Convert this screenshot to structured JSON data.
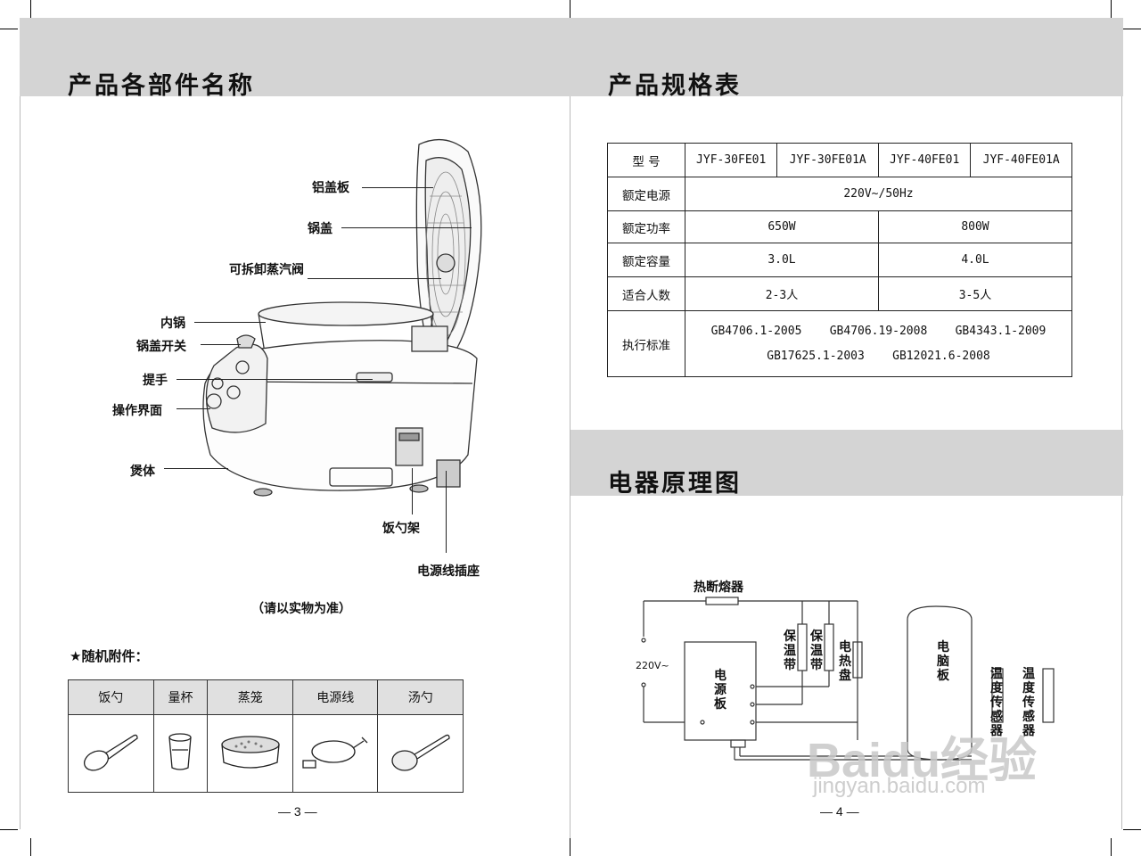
{
  "left_page": {
    "title": "产品各部件名称",
    "labels": {
      "al_cover": "铝盖板",
      "lid": "锅盖",
      "valve": "可拆卸蒸汽阀",
      "inner_pot": "内锅",
      "lid_switch": "锅盖开关",
      "handle": "提手",
      "panel": "操作界面",
      "body": "煲体",
      "spoon_holder": "饭勺架",
      "socket": "电源线插座"
    },
    "note": "（请以实物为准）",
    "accessories_title": "★随机附件：",
    "accessories": [
      "饭勺",
      "量杯",
      "蒸笼",
      "电源线",
      "汤勺"
    ],
    "page_number": "3"
  },
  "right_page": {
    "spec_title": "产品规格表",
    "spec": {
      "model_label": "型    号",
      "models": [
        "JYF-30FE01",
        "JYF-30FE01A",
        "JYF-40FE01",
        "JYF-40FE01A"
      ],
      "voltage_label": "额定电源",
      "voltage": "220V~/50Hz",
      "power_label": "额定功率",
      "power": [
        "650W",
        "800W"
      ],
      "capacity_label": "额定容量",
      "capacity": [
        "3.0L",
        "4.0L"
      ],
      "people_label": "适合人数",
      "people": [
        "2-3人",
        "3-5人"
      ],
      "standard_label": "执行标准",
      "standards_line1": "GB4706.1-2005    GB4706.19-2008    GB4343.1-2009",
      "standards_line2": "GB17625.1-2003    GB12021.6-2008"
    },
    "circuit_title": "电器原理图",
    "circuit": {
      "fuse": "热断熔器",
      "voltage": "220V~",
      "power_board": "电源板",
      "keep_warm_1": "保温带",
      "keep_warm_2": "保温带",
      "heating_plate": "电热盘",
      "cpu_board": "电脑板",
      "temp_sensor_1": "温度传感器",
      "temp_sensor_2": "温度传感器"
    },
    "page_number": "4"
  },
  "watermark": {
    "brand": "Baidu经验",
    "url": "jingyan.baidu.com"
  }
}
